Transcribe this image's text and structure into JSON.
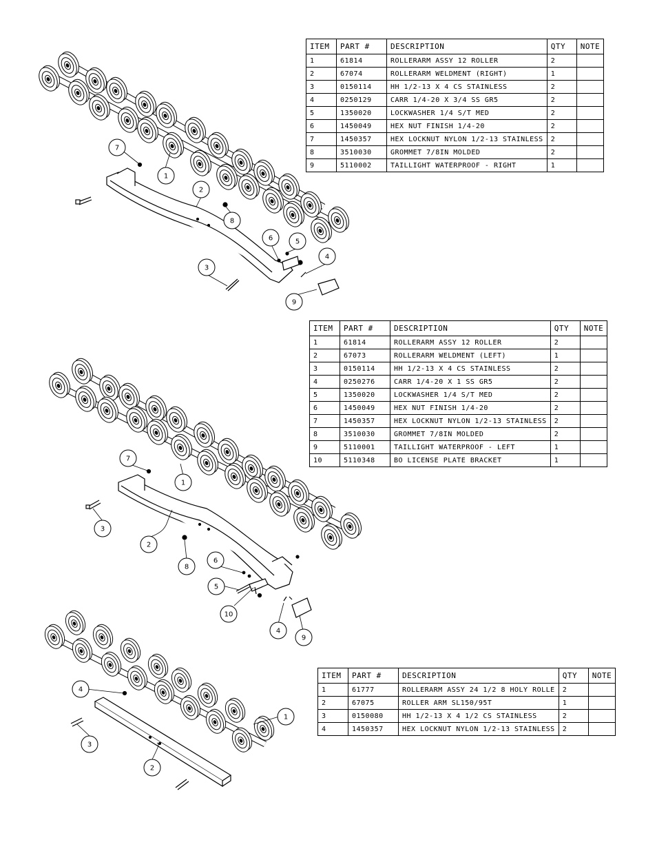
{
  "tables": [
    {
      "headers": [
        "ITEM",
        "PART #",
        "DESCRIPTION",
        "QTY",
        "NOTE"
      ],
      "rows": [
        [
          "1",
          "61814",
          "ROLLERARM ASSY 12 ROLLER",
          "2",
          ""
        ],
        [
          "2",
          "67074",
          "ROLLERARM WELDMENT (RIGHT)",
          "1",
          ""
        ],
        [
          "3",
          "0150114",
          "HH 1/2-13 X 4 CS STAINLESS",
          "2",
          ""
        ],
        [
          "4",
          "0250129",
          "CARR 1/4-20 X 3/4 SS GR5",
          "2",
          ""
        ],
        [
          "5",
          "1350020",
          "LOCKWASHER 1/4 S/T MED",
          "2",
          ""
        ],
        [
          "6",
          "1450049",
          "HEX NUT FINISH 1/4-20",
          "2",
          ""
        ],
        [
          "7",
          "1450357",
          "HEX LOCKNUT NYLON 1/2-13 STAINLESS",
          "2",
          ""
        ],
        [
          "8",
          "3510030",
          "GROMMET  7/8IN MOLDED",
          "2",
          ""
        ],
        [
          "9",
          "5110002",
          "TAILLIGHT WATERPROOF - RIGHT",
          "1",
          ""
        ]
      ]
    },
    {
      "headers": [
        "ITEM",
        "PART #",
        "DESCRIPTION",
        "QTY",
        "NOTE"
      ],
      "rows": [
        [
          "1",
          "61814",
          "ROLLERARM ASSY 12 ROLLER",
          "2",
          ""
        ],
        [
          "2",
          "67073",
          "ROLLERARM WELDMENT (LEFT)",
          "1",
          ""
        ],
        [
          "3",
          "0150114",
          "HH 1/2-13 X 4 CS STAINLESS",
          "2",
          ""
        ],
        [
          "4",
          "0250276",
          "CARR 1/4-20 X 1 SS GR5",
          "2",
          ""
        ],
        [
          "5",
          "1350020",
          "LOCKWASHER 1/4 S/T MED",
          "2",
          ""
        ],
        [
          "6",
          "1450049",
          "HEX NUT FINISH 1/4-20",
          "2",
          ""
        ],
        [
          "7",
          "1450357",
          "HEX LOCKNUT NYLON 1/2-13 STAINLESS",
          "2",
          ""
        ],
        [
          "8",
          "3510030",
          "GROMMET  7/8IN MOLDED",
          "2",
          ""
        ],
        [
          "9",
          "5110001",
          "TAILLIGHT WATERPROOF - LEFT",
          "1",
          ""
        ],
        [
          "10",
          "5110348",
          "BO LICENSE PLATE BRACKET",
          "1",
          ""
        ]
      ]
    },
    {
      "headers": [
        "ITEM",
        "PART #",
        "DESCRIPTION",
        "QTY",
        "NOTE"
      ],
      "rows": [
        [
          "1",
          "61777",
          "ROLLERARM ASSY 24 1/2  8 HOLY ROLLE",
          "2",
          ""
        ],
        [
          "2",
          "67075",
          "ROLLER ARM SL150/95T",
          "1",
          ""
        ],
        [
          "3",
          "0150080",
          "HH 1/2-13 X 4 1/2 CS STAINLESS",
          "2",
          ""
        ],
        [
          "4",
          "1450357",
          "HEX LOCKNUT NYLON 1/2-13 STAINLESS",
          "2",
          ""
        ]
      ]
    }
  ],
  "callouts": {
    "d1": [
      "1",
      "2",
      "3",
      "4",
      "5",
      "6",
      "7",
      "8",
      "9"
    ],
    "d2": [
      "1",
      "2",
      "3",
      "4",
      "5",
      "6",
      "7",
      "8",
      "9",
      "10"
    ],
    "d3": [
      "1",
      "2",
      "3",
      "4"
    ]
  }
}
